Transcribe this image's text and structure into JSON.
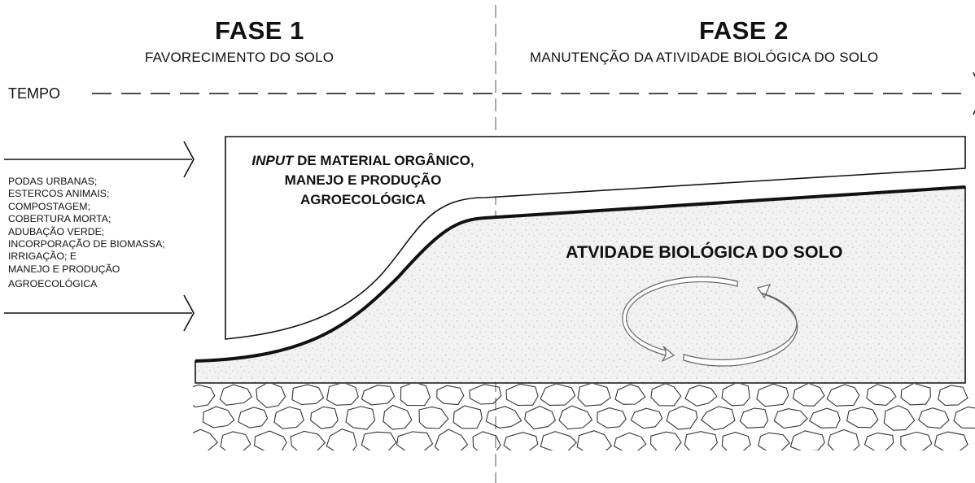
{
  "phase1": {
    "title": "FASE 1",
    "subtitle": "FAVORECIMENTO DO SOLO"
  },
  "phase2": {
    "title": "FASE 2",
    "subtitle": "MANUTENÇÃO DA ATIVIDADE BIOLÓGICA DO SOLO"
  },
  "timeline": {
    "label": "TEMPO"
  },
  "inputs": {
    "items": [
      "PODAS URBANAS;",
      "ESTERCOS ANIMAIS;",
      "COMPOSTAGEM;",
      "COBERTURA MORTA;",
      "ADUBAÇÃO VERDE;",
      "INCORPORAÇÃO DE BIOMASSA;",
      "IRRIGAÇÃO; E",
      "MANEJO E PRODUÇÃO",
      "AGROECOLÓGICA"
    ]
  },
  "input_box": {
    "italic": "INPUT",
    "line1_rest": " DE MATERIAL ORGÂNICO,",
    "line2": "MANEJO E PRODUÇÃO",
    "line3": "AGROECOLÓGICA"
  },
  "soil_activity": {
    "label": "ATVIDADE BIOLÓGICA DO SOLO"
  }
}
